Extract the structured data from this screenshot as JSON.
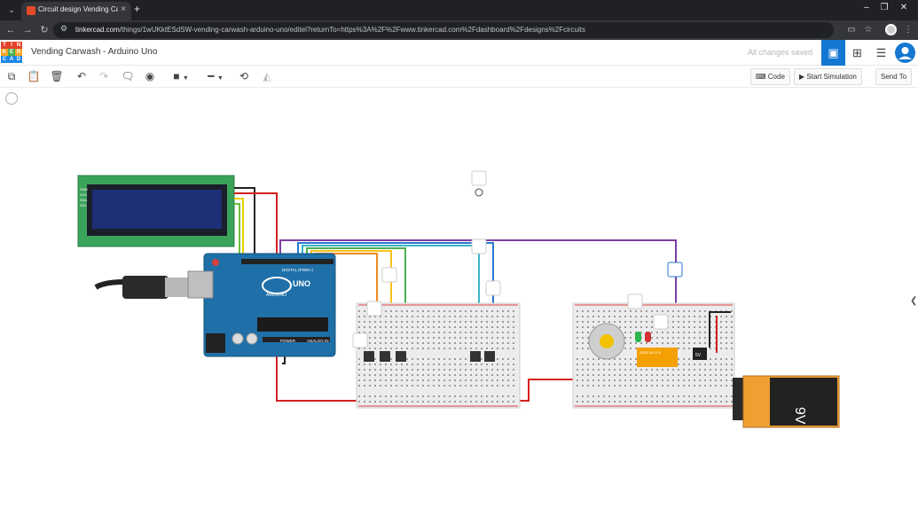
{
  "browser": {
    "tab_title": "Circuit design Vending Carwash",
    "url_domain": "tinkercad.com",
    "url_path": "/things/1wUKktESdSW-vending-carwash-arduino-uno/editel?returnTo=https%3A%2F%2Fwww.tinkercad.com%2Fdashboard%2Fdesigns%2Fcircuits"
  },
  "app": {
    "logo_letters": [
      "T",
      "I",
      "N",
      "K",
      "E",
      "R",
      "C",
      "A",
      "D"
    ],
    "logo_colors": [
      "#e3432c",
      "#e3432c",
      "#e3432c",
      "#f5a623",
      "#4caf50",
      "#f5a623",
      "#1e88e5",
      "#1e88e5",
      "#1e88e5"
    ],
    "project_title": "Vending Carwash - Arduino Uno",
    "save_status": "All changes saved"
  },
  "toolbar": {
    "code_label": "Code",
    "start_simulation_label": "Start Simulation",
    "send_to_label": "Send To"
  },
  "canvas": {
    "lcd_pin_labels": [
      "GND",
      "VCC",
      "SDA",
      "SCL"
    ],
    "board_brand": "UNO",
    "board_name": "ARDUINO",
    "digital_label": "DIGITAL (PWM~)",
    "power_label": "POWER",
    "analog_label": "ANALOG IN",
    "battery_label": "9V",
    "relay_label": "KS2E-M-DC5",
    "regulator_label": "5V"
  }
}
